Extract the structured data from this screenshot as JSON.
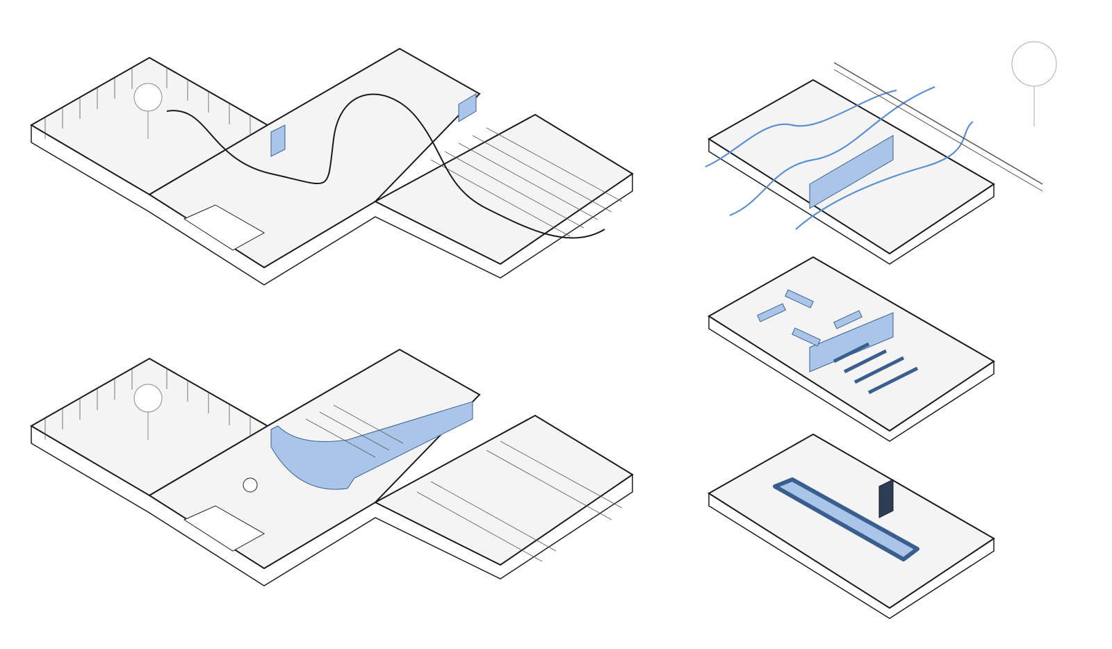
{
  "diagram": {
    "type": "axonometric-floor-plans",
    "colors": {
      "line": "#1a1a1a",
      "accent": "#a9c6e8",
      "flow": "#5b8fd1",
      "floor": "#f4f4f4"
    },
    "plans": [
      "plan-top-left",
      "plan-bottom-left",
      "room-top-right",
      "room-middle-right",
      "room-bottom-right"
    ]
  }
}
